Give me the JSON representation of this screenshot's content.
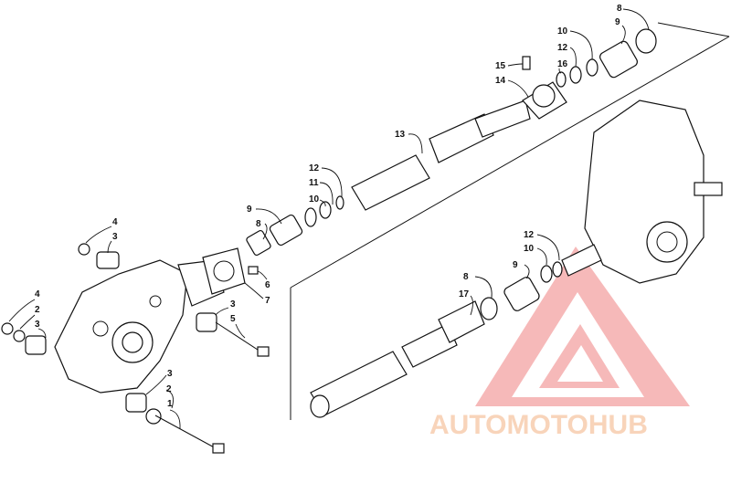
{
  "diagram": {
    "callouts": [
      {
        "id": "c1",
        "text": "1"
      },
      {
        "id": "c2a",
        "text": "2"
      },
      {
        "id": "c3a",
        "text": "3"
      },
      {
        "id": "c4a",
        "text": "4"
      },
      {
        "id": "c2b",
        "text": "2"
      },
      {
        "id": "c3b",
        "text": "3"
      },
      {
        "id": "c4b",
        "text": "4"
      },
      {
        "id": "c3c",
        "text": "3"
      },
      {
        "id": "c3d",
        "text": "3"
      },
      {
        "id": "c5",
        "text": "5"
      },
      {
        "id": "c6",
        "text": "6"
      },
      {
        "id": "c7",
        "text": "7"
      },
      {
        "id": "c8a",
        "text": "8"
      },
      {
        "id": "c9a",
        "text": "9"
      },
      {
        "id": "c10a",
        "text": "10"
      },
      {
        "id": "c11",
        "text": "11"
      },
      {
        "id": "c12a",
        "text": "12"
      },
      {
        "id": "c13",
        "text": "13"
      },
      {
        "id": "c14",
        "text": "14"
      },
      {
        "id": "c15",
        "text": "15"
      },
      {
        "id": "c16",
        "text": "16"
      },
      {
        "id": "c12b",
        "text": "12"
      },
      {
        "id": "c10b",
        "text": "10"
      },
      {
        "id": "c9b",
        "text": "9"
      },
      {
        "id": "c8b",
        "text": "8"
      },
      {
        "id": "c17",
        "text": "17"
      },
      {
        "id": "c8c",
        "text": "8"
      },
      {
        "id": "c9c",
        "text": "9"
      },
      {
        "id": "c10c",
        "text": "10"
      },
      {
        "id": "c12c",
        "text": "12"
      }
    ]
  },
  "watermark": {
    "logo_text": "AUTOMOTOHUB",
    "color_primary": "#f4a261",
    "color_secondary": "#e76f6f"
  }
}
